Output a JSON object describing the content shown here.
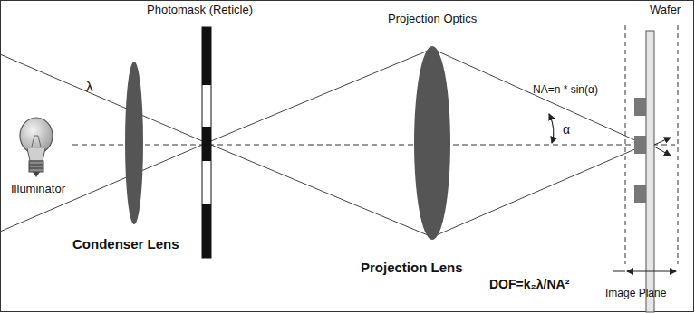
{
  "diagram": {
    "labels": [
      "Photomask (Reticle)",
      "Projection Optics",
      "Wafer",
      "λ",
      "Illuminator",
      "Condenser Lens",
      "NA=n * sin(α)",
      "α",
      "Projection Lens",
      "DOF=k₂λ/NA²",
      "Image Plane"
    ]
  }
}
